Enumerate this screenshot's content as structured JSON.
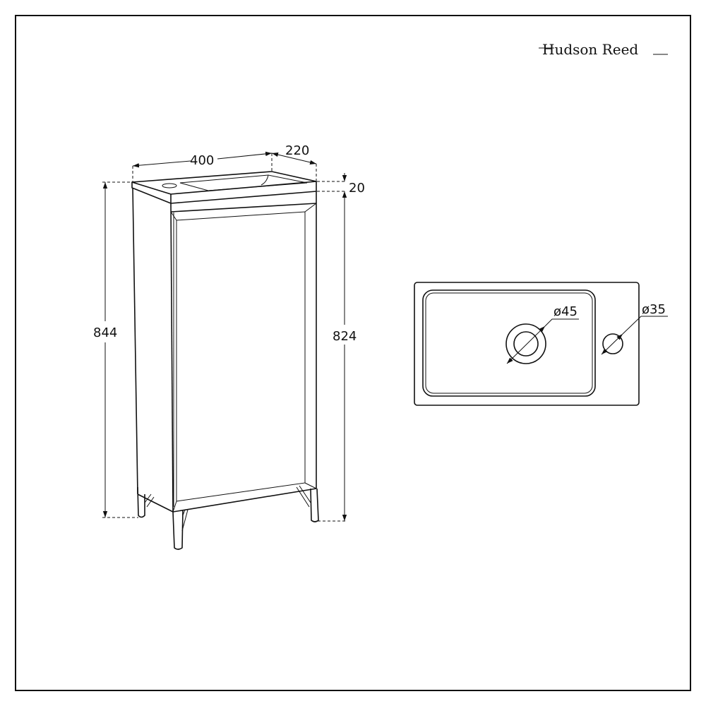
{
  "brand": {
    "name": "Hudson Reed"
  },
  "elevation_view": {
    "dimensions": {
      "width": "400",
      "depth": "220",
      "top_thickness": "20",
      "overall_height": "844",
      "body_height": "824"
    }
  },
  "plan_view": {
    "dimensions": {
      "waste_diameter": "ø45",
      "tap_hole_diameter": "ø35"
    }
  }
}
